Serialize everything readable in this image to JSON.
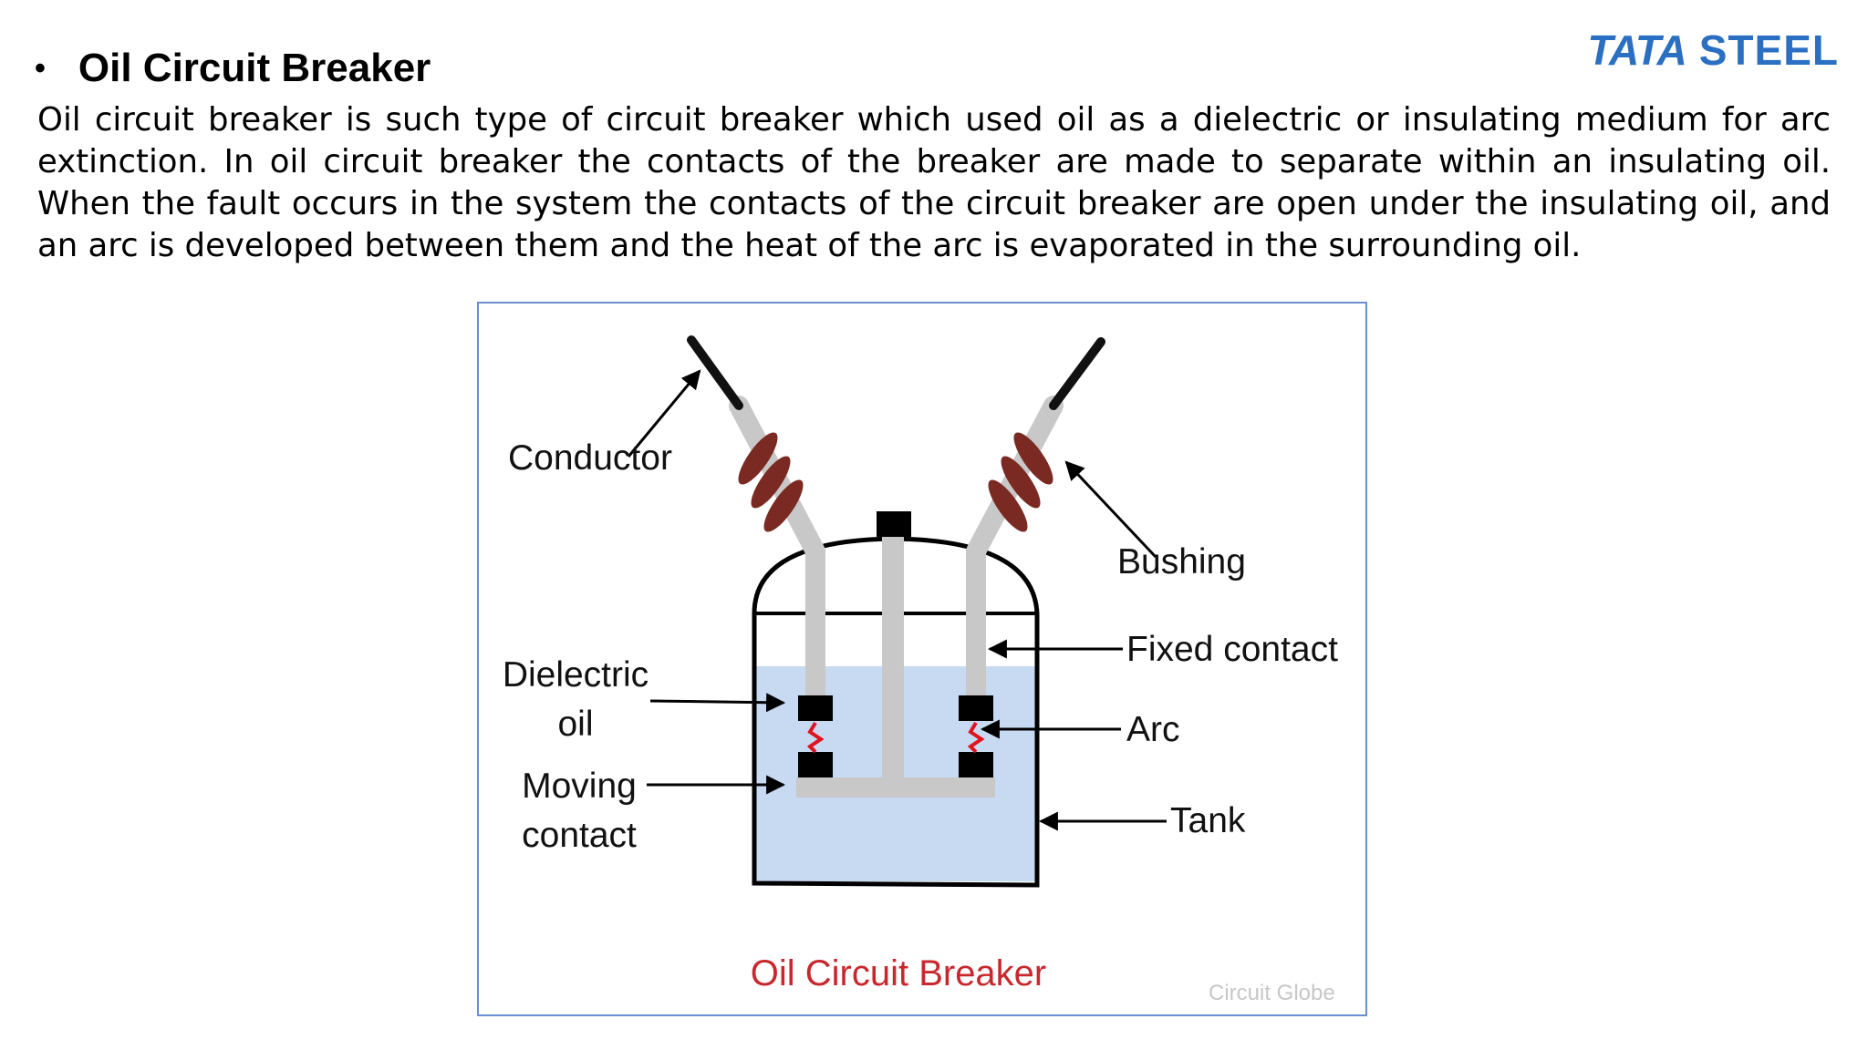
{
  "brand": {
    "logo_word1": "TATA",
    "logo_word2": "STEEL",
    "color": "#2a6fc1"
  },
  "slide": {
    "bullet": "•",
    "title": "Oil Circuit Breaker",
    "paragraph": "Oil circuit breaker is such type of circuit breaker which used oil as a dielectric or insulating medium for arc extinction. In oil circuit breaker the contacts of the breaker are made to separate within an insulating oil. When the fault occurs in the system the contacts of the circuit breaker are open under the insulating oil, and an arc is developed between them and the heat of the arc is evaporated in the surrounding oil."
  },
  "diagram": {
    "labels": {
      "conductor": "Conductor",
      "bushing": "Bushing",
      "dielectric_line1": "Dielectric",
      "dielectric_line2": "oil",
      "fixed_contact": "Fixed contact",
      "arc": "Arc",
      "moving_line1": "Moving",
      "moving_line2": "contact",
      "tank": "Tank"
    },
    "caption": "Oil Circuit Breaker",
    "watermark": "Circuit Globe",
    "colors": {
      "oil": "#c8daf2",
      "bushing": "#7a2a22",
      "arc": "#e0141e",
      "caption": "#c8282d"
    }
  }
}
